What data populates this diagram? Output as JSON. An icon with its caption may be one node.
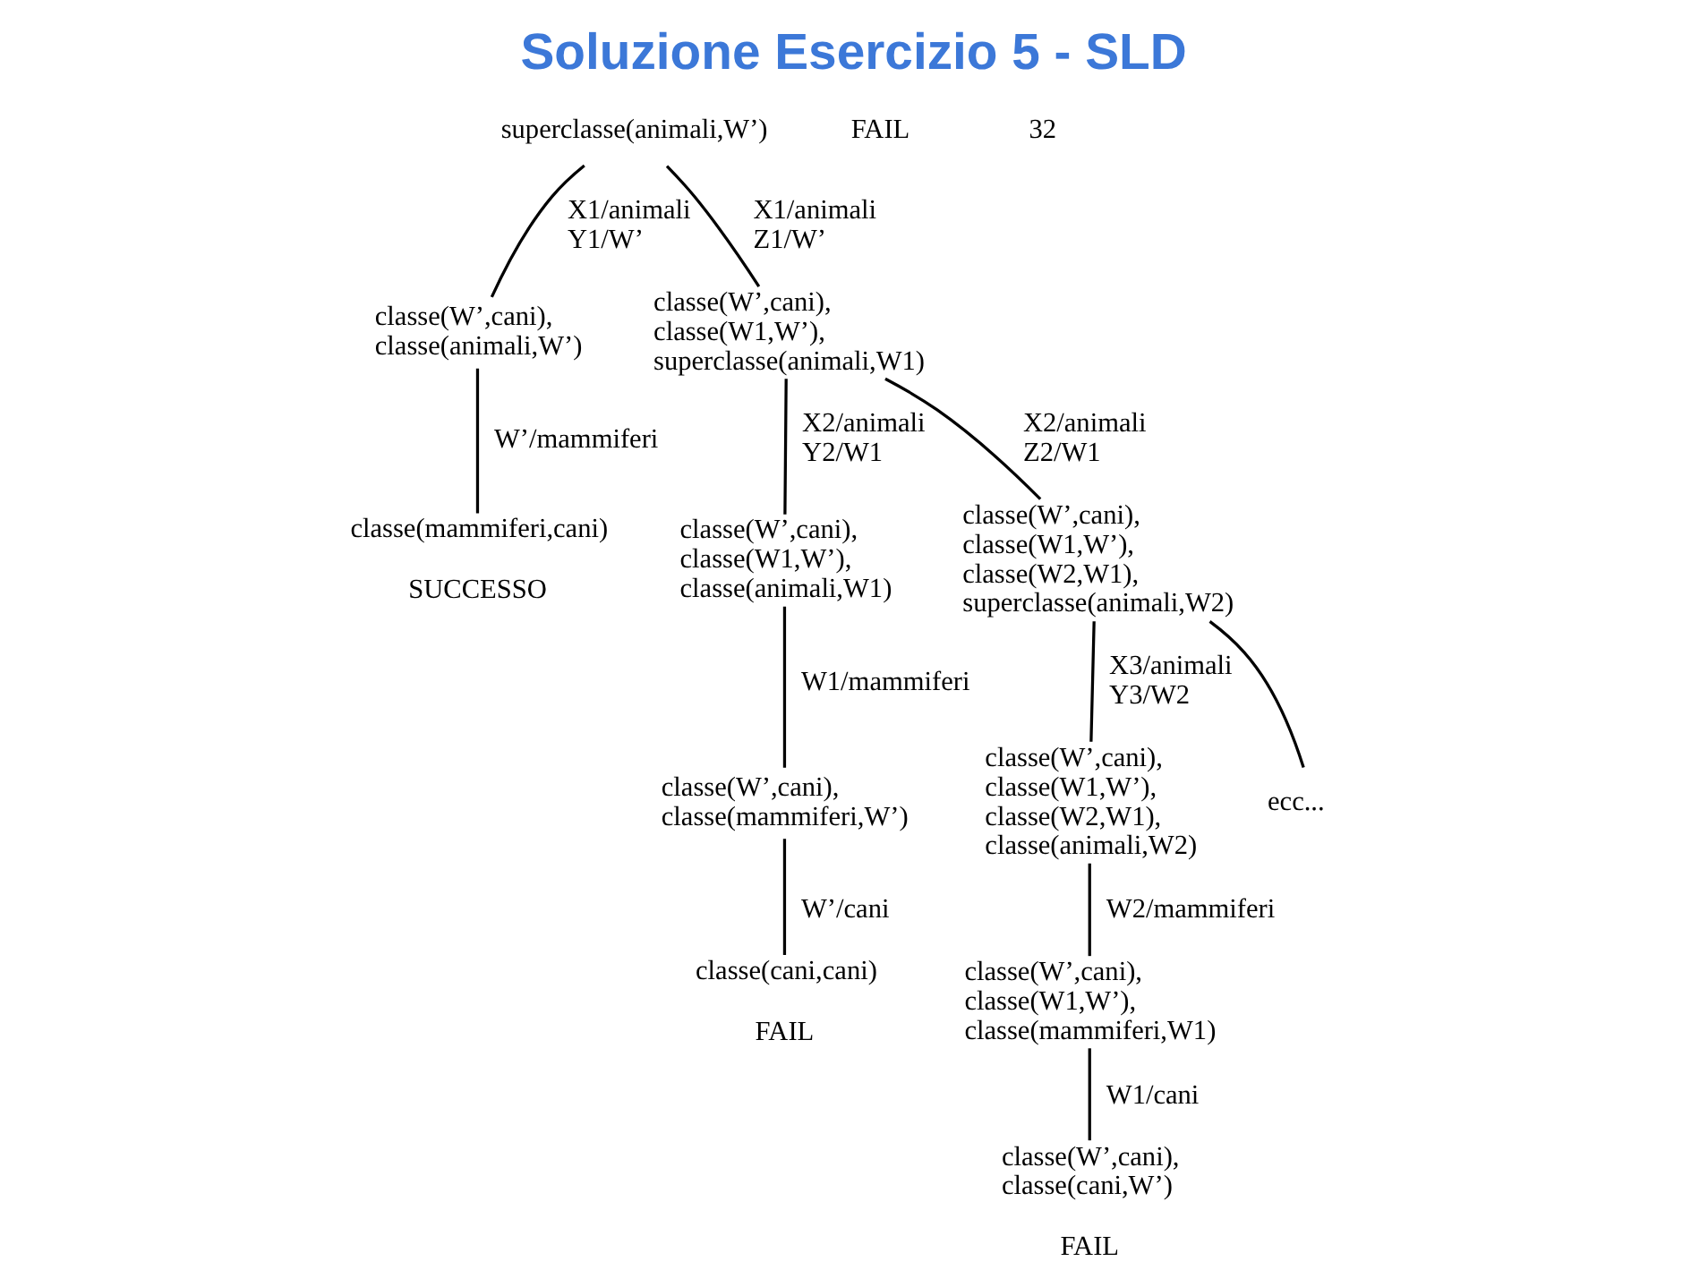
{
  "diagram": {
    "title": "Soluzione Esercizio 5 - SLD",
    "nodes": [
      {
        "text": [
          "superclasse(animali,W’)"
        ]
      },
      {
        "text": [
          "classe(W’,cani), classe(animali,W’)"
        ]
      },
      {
        "text": [
          "classe(mammiferi,cani)",
          "SUCCESSO"
        ]
      },
      {
        "text": [
          "classe(W’,cani), classe(W1,W’), superclasse(animali,W1)"
        ]
      },
      {
        "text": [
          "classe(W’,cani), classe(W1,W’), classe(animali,W1)"
        ]
      },
      {
        "text": [
          "classe(W’,cani), classe(mammiferi,W’)"
        ]
      },
      {
        "text": [
          "classe(cani,cani)",
          "FAIL"
        ]
      },
      {
        "text": [
          "classe(W’,cani), classe(W1,W’), classe(W2,W1), superclasse(animali,W2)"
        ]
      },
      {
        "text": [
          "classe(W’,cani), classe(W1,W’), classe(W2,W1), classe(animali,W2)"
        ]
      },
      {
        "text": [
          "ecc..."
        ]
      },
      {
        "text": [
          "classe(W’,cani), classe(W1,W’), classe(mammiferi,W1)"
        ]
      },
      {
        "text": [
          "classe(W’,cani), classe(cani,W’)",
          "FAIL"
        ]
      }
    ],
    "edges": [
      {
        "from": 0,
        "to": 1,
        "arrow": "none",
        "label": "X1/animali Y1/W’"
      },
      {
        "from": 0,
        "to": 3,
        "arrow": "none",
        "label": "X1/animali Z1/W’"
      },
      {
        "from": 1,
        "to": 2,
        "arrow": "none",
        "label": "W’/mammiferi"
      },
      {
        "from": 3,
        "to": 4,
        "arrow": "none",
        "label": "X2/animali Y2/W1"
      },
      {
        "from": 3,
        "to": 7,
        "arrow": "none",
        "label": "X2/animali Z2/W1"
      },
      {
        "from": 4,
        "to": 5,
        "arrow": "none",
        "label": "W1/mammiferi"
      },
      {
        "from": 5,
        "to": 6,
        "arrow": "none",
        "label": "W’/cani"
      },
      {
        "from": 7,
        "to": 8,
        "arrow": "none",
        "label": "X3/animali Y3/W2"
      },
      {
        "from": 7,
        "to": 9,
        "arrow": "none"
      },
      {
        "from": 8,
        "to": 10,
        "arrow": "none",
        "label": "W2/mammiferi"
      },
      {
        "from": 10,
        "to": 11,
        "arrow": "none",
        "label": "W1/cani"
      }
    ],
    "labels": [
      "FAIL",
      "32"
    ]
  }
}
